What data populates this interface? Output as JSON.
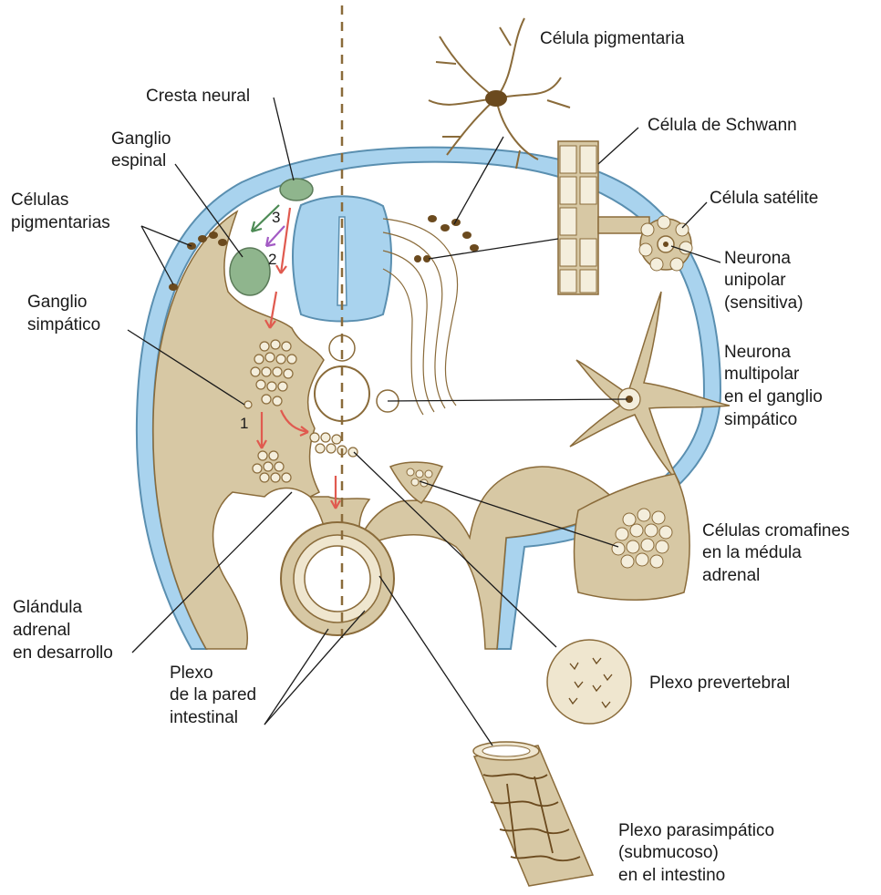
{
  "colors": {
    "tissue": "#d7c8a4",
    "tissue_stroke": "#8a6b3a",
    "ectoderm_blue": "#a9d3ee",
    "ectoderm_stroke": "#5a8fb0",
    "ganglion_green": "#8fb58d",
    "pigment": "#6b4a1e",
    "arrow_red": "#e05a4f",
    "arrow_green": "#4c8a54",
    "arrow_purple": "#a35bc4"
  },
  "labels": {
    "pigment_cell": "Célula pigmentaria",
    "neural_crest": "Cresta neural",
    "spinal_ganglion_1": "Ganglio",
    "spinal_ganglion_2": "espinal",
    "schwann_cell": "Célula de Schwann",
    "pigment_cells_1": "Células",
    "pigment_cells_2": "pigmentarias",
    "satellite_cell": "Célula satélite",
    "unipolar_1": "Neurona",
    "unipolar_2": "unipolar",
    "unipolar_3": "(sensitiva)",
    "sympathetic_ganglion_1": "Ganglio",
    "sympathetic_ganglion_2": "simpático",
    "multipolar_1": "Neurona",
    "multipolar_2": "multipolar",
    "multipolar_3": "en el ganglio",
    "multipolar_4": "simpático",
    "chromaffin_1": "Células cromafines",
    "chromaffin_2": "en la médula",
    "chromaffin_3": "adrenal",
    "adrenal_1": "Glándula",
    "adrenal_2": "adrenal",
    "adrenal_3": "en desarrollo",
    "intestinal_plexus_1": "Plexo",
    "intestinal_plexus_2": "de la pared",
    "intestinal_plexus_3": "intestinal",
    "prevertebral": "Plexo prevertebral",
    "parasympathetic_1": "Plexo parasimpático",
    "parasympathetic_2": "(submucoso)",
    "parasympathetic_3": "en el intestino"
  },
  "migration_numbers": {
    "n1": "1",
    "n2": "2",
    "n3": "3"
  }
}
